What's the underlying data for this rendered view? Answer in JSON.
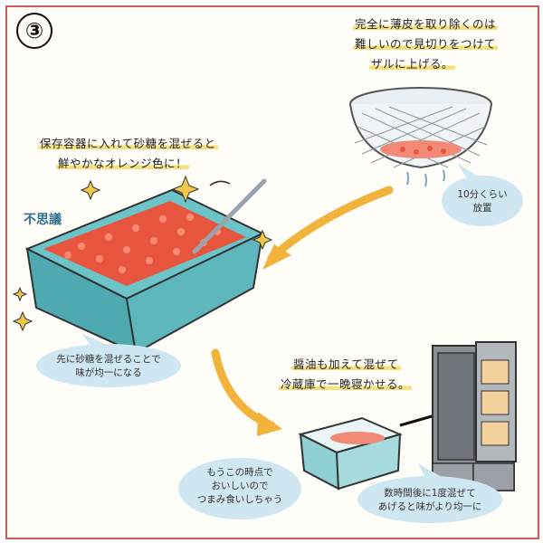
{
  "step": {
    "number": "③"
  },
  "caption_strainer": {
    "lines": [
      "完全に薄皮を取り除くのは",
      "難しいので見切りをつけて",
      "ザルに上げる。"
    ]
  },
  "bubble_wait": {
    "lines": [
      "10分くらい",
      "放置"
    ]
  },
  "caption_bowl": {
    "lines": [
      "保存容器に入れて砂糖を混ぜると",
      "鮮やかなオレンジ色に！"
    ]
  },
  "stamp_fushigi": {
    "text": "不思議"
  },
  "bubble_sugar": {
    "lines": [
      "先に砂糖を混ぜることで",
      "味が均一になる"
    ]
  },
  "caption_fridge": {
    "lines": [
      "醤油も加えて混ぜて",
      "冷蔵庫で一晩寝かせる。"
    ]
  },
  "bubble_tasty": {
    "lines": [
      "もうこの時点で",
      "おいしいので",
      "つまみ食いしちゃう"
    ]
  },
  "bubble_mix": {
    "lines": [
      "数時間後に1度混ぜて",
      "あげると味がより均一に"
    ]
  },
  "colors": {
    "frame": "#cf5a5a",
    "highlight": "#f7e07a",
    "arrow": "#f2b33d",
    "container": "#6cc3c8",
    "roe": "#e8553f",
    "bubble": "#cfe7f2",
    "sparkle": "#f2c84b"
  }
}
